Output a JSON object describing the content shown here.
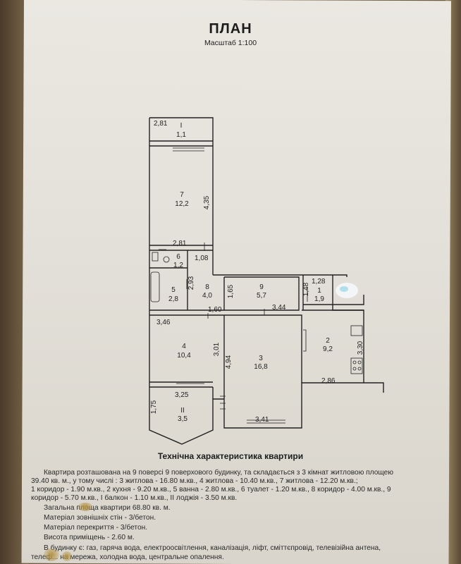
{
  "header": {
    "title": "ПЛАН",
    "scale": "Масштаб 1:100"
  },
  "rooms": [
    {
      "id": "balcony",
      "number": "I",
      "area": "1,1",
      "dims": [
        "2,81"
      ]
    },
    {
      "id": "room7",
      "number": "7",
      "area": "12,2",
      "dims": [
        "2,81",
        "4,35"
      ]
    },
    {
      "id": "room6",
      "number": "6",
      "area": "1,2",
      "dims": [
        "1,08"
      ]
    },
    {
      "id": "room5",
      "number": "5",
      "area": "2,8",
      "dims": [
        "2,93"
      ]
    },
    {
      "id": "room8",
      "number": "8",
      "area": "4,0",
      "dims": [
        "1,60"
      ]
    },
    {
      "id": "room9",
      "number": "9",
      "area": "5,7",
      "dims": [
        "1,65",
        "3,44"
      ]
    },
    {
      "id": "room1",
      "number": "1",
      "area": "1,9",
      "dims": [
        "1,28",
        "1,48"
      ]
    },
    {
      "id": "room4",
      "number": "4",
      "area": "10,4",
      "dims": [
        "3,46",
        "3,01",
        "3,25"
      ]
    },
    {
      "id": "room3",
      "number": "3",
      "area": "16,8",
      "dims": [
        "4,94",
        "3,41"
      ]
    },
    {
      "id": "room2",
      "number": "2",
      "area": "9,2",
      "dims": [
        "3,30",
        "2,86"
      ]
    },
    {
      "id": "loggia",
      "number": "II",
      "area": "3,5",
      "dims": [
        "1,75"
      ]
    }
  ],
  "characteristics": {
    "title": "Технічна характеристика квартири",
    "lines": [
      "Квартира розташована на 9 поверсі 9 поверхового будинку, та складається з 3 кімнат житловою площею",
      "39.40 кв. м., у тому числі : 3 житлова - 16.80 м.кв., 4 житлова - 10.40 м.кв., 7 житлова - 12.20 м.кв.;",
      "1 коридор - 1.90 м.кв., 2 кухня - 9.20 м.кв., 5 ванна - 2.80 м.кв., 6 туалет - 1.20 м.кв., 8 коридор - 4.00 м.кв., 9",
      "коридор - 5.70 м.кв., I балкон - 1.10 м.кв., II лоджія - 3.50 м.кв.",
      "Загальна площа квартири 68.80 кв. м.",
      "Матеріал зовнішніх стін - 3/бетон.",
      "Матеріал перекриття - 3/бетон.",
      "Висота приміщень - 2.60 м.",
      "В будинку є: газ, гаряча вода, електроосвітлення, каналізація, ліфт, сміттєпровід, телевізійна антена,",
      "телеф... на мережа, холодна вода, центральне опалення."
    ]
  }
}
